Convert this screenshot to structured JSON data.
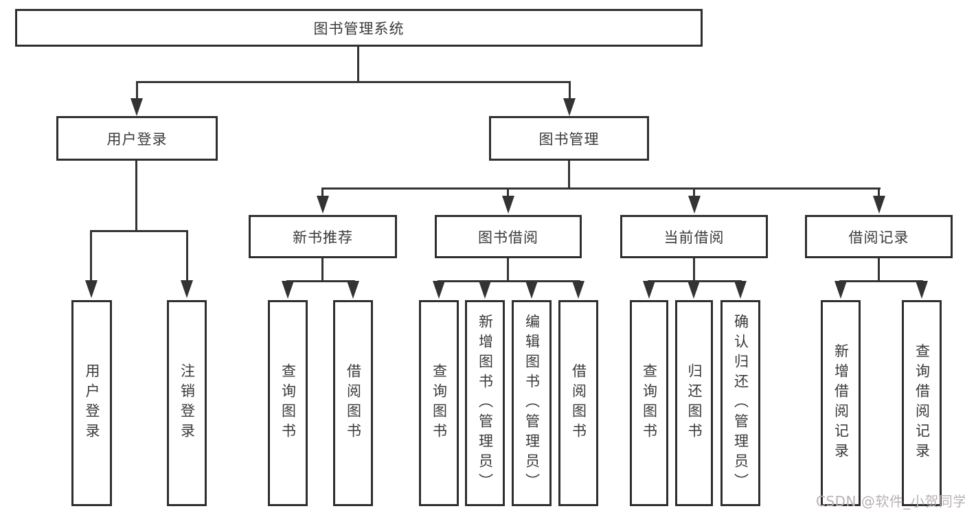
{
  "colors": {
    "line": "#333333",
    "box_border": "#2e2e2e",
    "text": "#3a3a3a",
    "watermark": "#b9b2b2",
    "background": "#ffffff"
  },
  "watermark": {
    "text": "CSDN @软件_小贺同学"
  },
  "tree": {
    "label": "图书管理系统",
    "children": [
      {
        "label": "用户登录",
        "children": [
          {
            "label": "用户登录"
          },
          {
            "label": "注销登录"
          }
        ]
      },
      {
        "label": "图书管理",
        "children": [
          {
            "label": "新书推荐",
            "children": [
              {
                "label": "查询图书"
              },
              {
                "label": "借阅图书"
              }
            ]
          },
          {
            "label": "图书借阅",
            "children": [
              {
                "label": "查询图书"
              },
              {
                "label": "新增图书（管理员）"
              },
              {
                "label": "编辑图书（管理员）"
              },
              {
                "label": "借阅图书"
              }
            ]
          },
          {
            "label": "当前借阅",
            "children": [
              {
                "label": "查询图书"
              },
              {
                "label": "归还图书"
              },
              {
                "label": "确认归还（管理员）"
              }
            ]
          },
          {
            "label": "借阅记录",
            "children": [
              {
                "label": "新增借阅记录"
              },
              {
                "label": "查询借阅记录"
              }
            ]
          }
        ]
      }
    ]
  }
}
